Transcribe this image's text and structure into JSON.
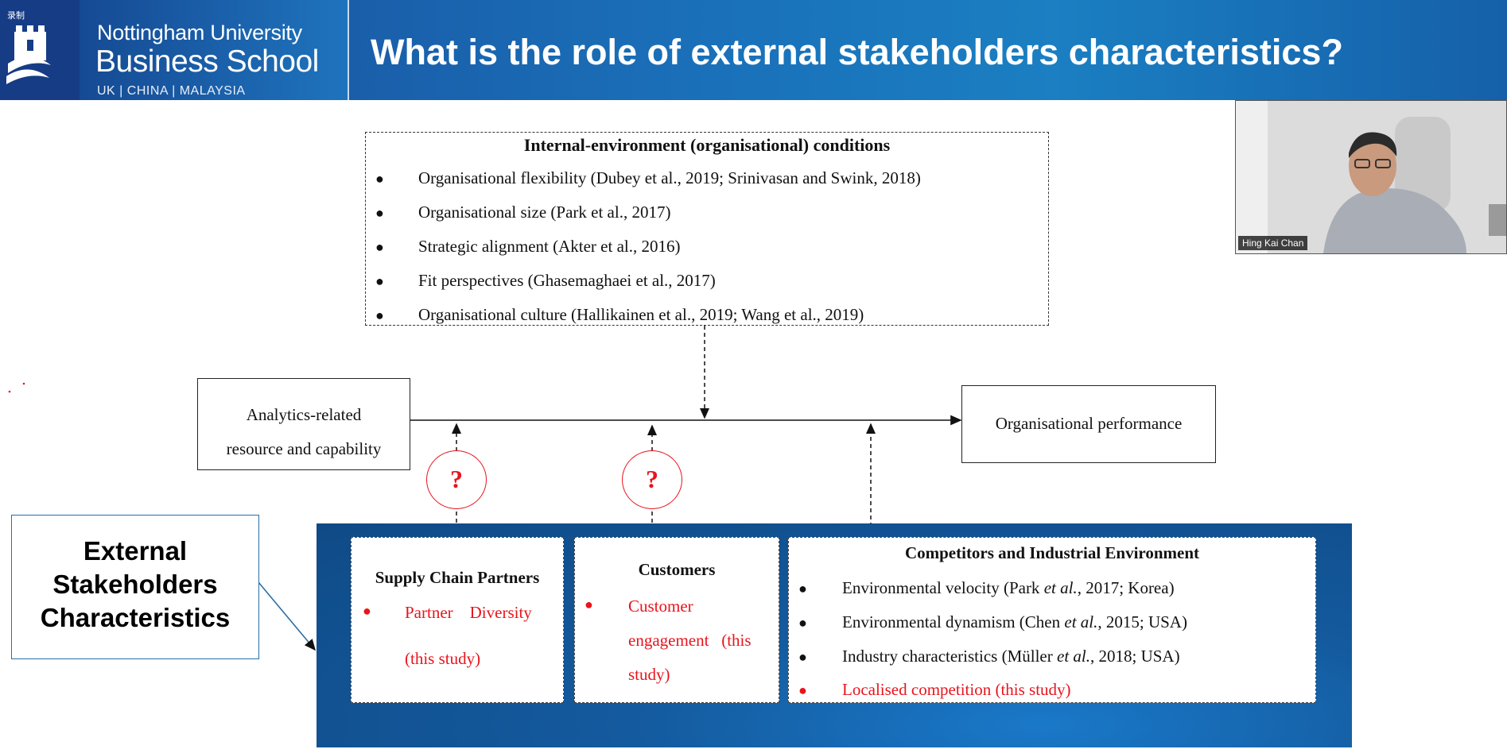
{
  "recorder": {
    "label": "录制"
  },
  "header": {
    "university": "Nottingham University",
    "school": "Business School",
    "campuses": "UK | CHINA | MALAYSIA",
    "title": "What is the role of external stakeholders characteristics?"
  },
  "video": {
    "participant_name": "Hing Kai Chan"
  },
  "internal_conditions": {
    "title": "Internal-environment (organisational) conditions",
    "items": [
      "Organisational flexibility (Dubey et al., 2019; Srinivasan and Swink, 2018)",
      "Organisational size (Park et al., 2017)",
      "Strategic alignment (Akter et al., 2016)",
      "Fit perspectives (Ghasemaghaei et al., 2017)",
      "Organisational culture (Hallikainen et al., 2019; Wang et al., 2019)"
    ]
  },
  "analytics_box": {
    "line1": "Analytics-related",
    "line2": "resource and capability"
  },
  "performance_box": {
    "label": "Organisational performance"
  },
  "question_marks": [
    "?",
    "?"
  ],
  "external": {
    "label_line1": "External",
    "label_line2": "Stakeholders",
    "label_line3": "Characteristics"
  },
  "supply_chain": {
    "title": "Supply Chain Partners",
    "item_line1": "Partner    Diversity",
    "item_line2": "(this study)"
  },
  "customers": {
    "title": "Customers",
    "item_line1": "Customer",
    "item_line2": "engagement   (this",
    "item_line3": "study)"
  },
  "competitors": {
    "title": "Competitors and Industrial Environment",
    "items": [
      {
        "pre": "Environmental velocity (Park ",
        "em": "et al.",
        "post": ", 2017; Korea)"
      },
      {
        "pre": "Environmental dynamism (Chen ",
        "em": "et al.",
        "post": ", 2015; USA)"
      },
      {
        "pre": "Industry characteristics (Müller ",
        "em": "et al.",
        "post": ", 2018; USA)"
      }
    ],
    "highlight": "Localised competition (this study)"
  },
  "colors": {
    "accent_red": "#e8141c",
    "header_blue": "#1a6fb8",
    "panel_blue": "#145a9e"
  }
}
